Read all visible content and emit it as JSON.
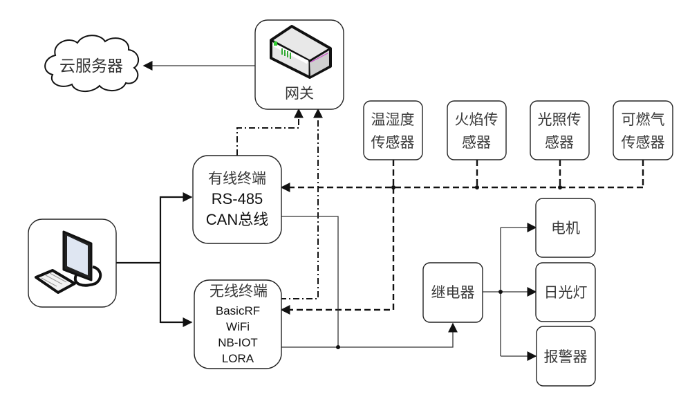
{
  "title": "IoT system architecture",
  "nodes": {
    "cloud": {
      "label": "云服务器"
    },
    "gateway": {
      "label": "网关",
      "icon": "router-icon"
    },
    "pc": {
      "icon": "computer-icon"
    },
    "wired_terminal": {
      "lines": [
        "有线终端",
        "RS-485",
        "CAN总线"
      ]
    },
    "wireless_terminal": {
      "lines": [
        "无线终端",
        "BasicRF",
        "WiFi",
        "NB-IOT",
        "LORA"
      ]
    },
    "sensors": [
      {
        "id": "temp-humidity",
        "lines": [
          "温湿度",
          "传感器"
        ]
      },
      {
        "id": "flame",
        "lines": [
          "火焰传",
          "感器"
        ]
      },
      {
        "id": "light",
        "lines": [
          "光照传",
          "感器"
        ]
      },
      {
        "id": "gas",
        "lines": [
          "可燃气",
          "传感器"
        ]
      }
    ],
    "relay": {
      "label": "继电器"
    },
    "actuators": [
      {
        "id": "motor",
        "label": "电机"
      },
      {
        "id": "fluorescent-lamp",
        "label": "日光灯"
      },
      {
        "id": "alarm",
        "label": "报警器"
      }
    ]
  },
  "edges": [
    {
      "from": "gateway",
      "to": "cloud",
      "style": "solid"
    },
    {
      "from": "pc",
      "to": "wired_terminal",
      "style": "solid-thick"
    },
    {
      "from": "pc",
      "to": "wireless_terminal",
      "style": "solid-thick"
    },
    {
      "from": "wired_terminal",
      "to": "gateway",
      "style": "dash-dot"
    },
    {
      "from": "wireless_terminal",
      "to": "gateway",
      "style": "dash-dot"
    },
    {
      "from": "sensors",
      "to": "wired_terminal",
      "style": "dashed"
    },
    {
      "from": "sensors",
      "to": "wireless_terminal",
      "style": "dashed"
    },
    {
      "from": "wired_terminal",
      "to": "relay",
      "style": "solid"
    },
    {
      "from": "wireless_terminal",
      "to": "relay",
      "style": "solid"
    },
    {
      "from": "relay",
      "to": "motor",
      "style": "solid"
    },
    {
      "from": "relay",
      "to": "fluorescent-lamp",
      "style": "solid"
    },
    {
      "from": "relay",
      "to": "alarm",
      "style": "solid"
    }
  ]
}
